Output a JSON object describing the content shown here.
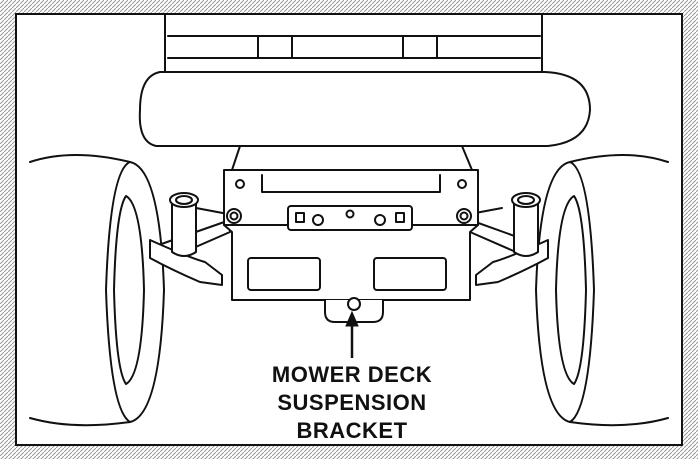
{
  "callout": {
    "line1": "MOWER DECK",
    "line2": "SUSPENSION",
    "line3": "BRACKET"
  },
  "colors": {
    "ink": "#111111",
    "paper": "#ffffff",
    "border": "#888888"
  }
}
